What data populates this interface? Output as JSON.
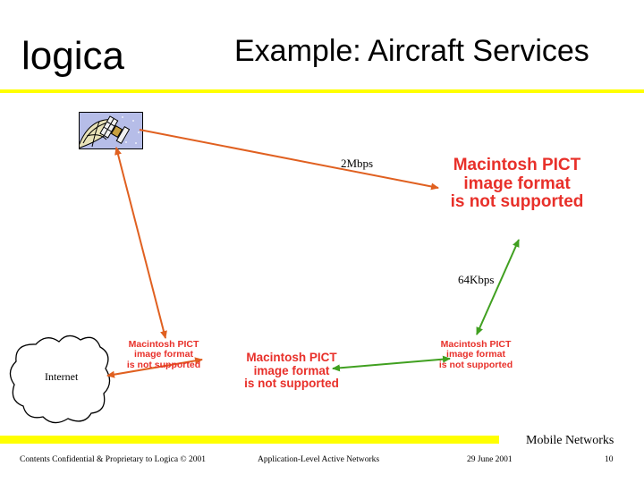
{
  "header": {
    "logo_text": "logica",
    "title": "Example: Aircraft Services"
  },
  "diagram": {
    "pict_placeholder": [
      "Macintosh PICT",
      "image format",
      "is not supported"
    ],
    "link_labels": {
      "satellite_to_aircraft": "2Mbps",
      "aircraft_to_mobile": "64Kbps"
    },
    "internet_label": "Internet",
    "mobile_networks_label": "Mobile Networks"
  },
  "footer": {
    "confidential": "Contents Confidential & Proprietary to Logica © 2001",
    "topic": "Application-Level Active Networks",
    "date": "29 June 2001",
    "page": "10"
  },
  "colors": {
    "accent_bar": "#ffff00",
    "orange_link": "#e06020",
    "green_link": "#40a020",
    "pict_text": "#e8302a"
  },
  "icons": {
    "satellite": "satellite-globe-icon",
    "cloud": "internet-cloud-icon"
  }
}
